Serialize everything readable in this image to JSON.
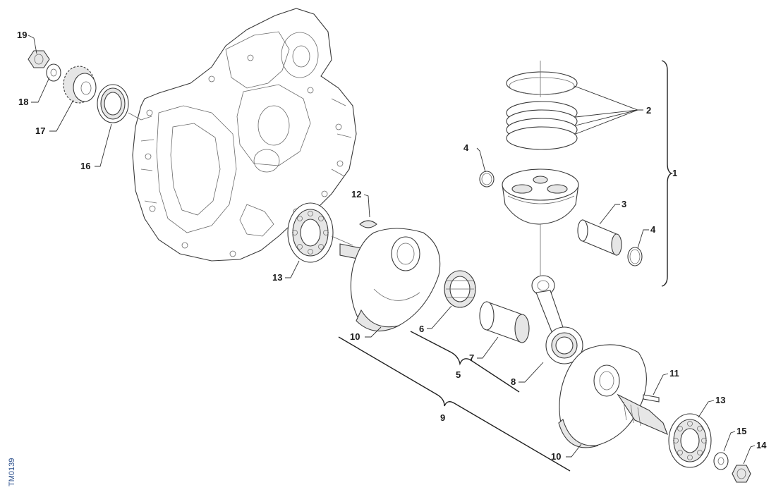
{
  "diagram": {
    "drawing_code": "TM0139",
    "callouts": {
      "c1": "1",
      "c2": "2",
      "c3": "3",
      "c4a": "4",
      "c4b": "4",
      "c5": "5",
      "c6": "6",
      "c7": "7",
      "c8": "8",
      "c9": "9",
      "c10a": "10",
      "c10b": "10",
      "c11": "11",
      "c12": "12",
      "c13a": "13",
      "c13b": "13",
      "c14": "14",
      "c15": "15",
      "c16": "16",
      "c17": "17",
      "c18": "18",
      "c19": "19"
    }
  }
}
